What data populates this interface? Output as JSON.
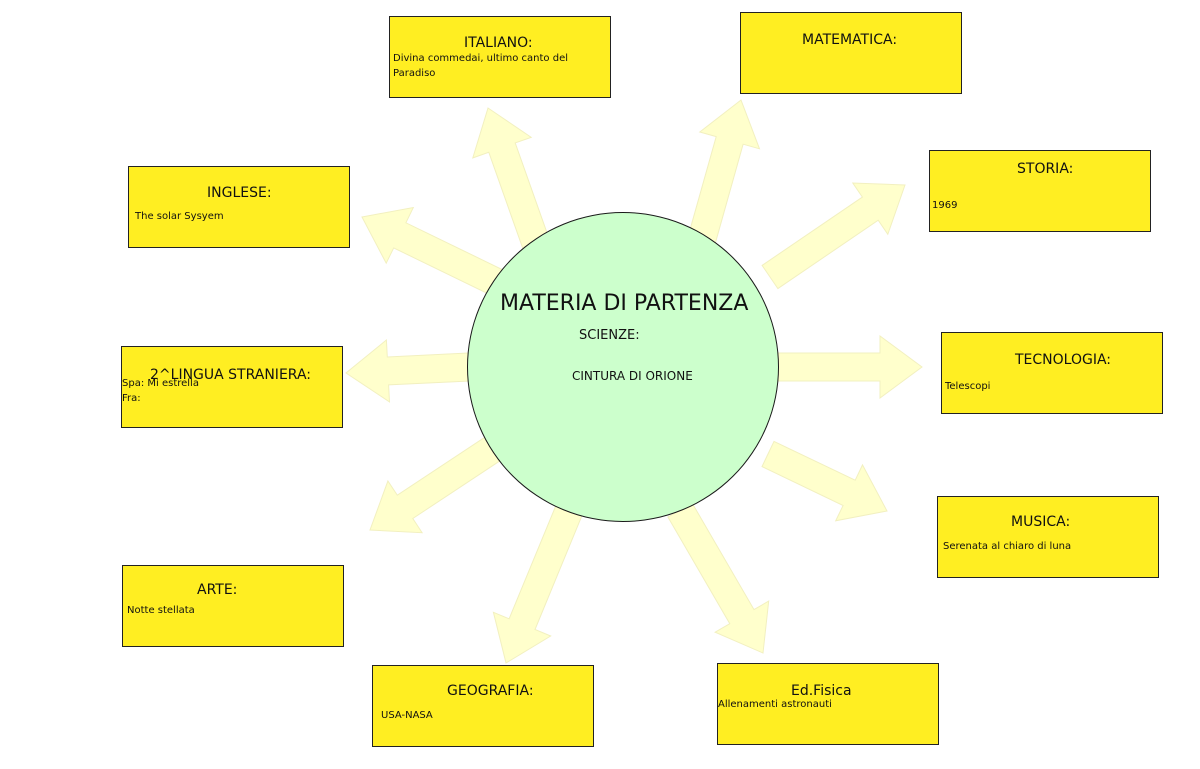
{
  "colors": {
    "box_fill": "#ffee22",
    "circle_fill": "#ccffcc",
    "arrow_fill": "#ffffcc",
    "arrow_stroke": "#f2f0c0"
  },
  "center": {
    "title": "MATERIA DI PARTENZA",
    "subject": "SCIENZE:",
    "topic": "CINTURA DI ORIONE"
  },
  "boxes": {
    "italiano": {
      "title": "ITALIANO:",
      "lines": [
        "Divina commedai, ultimo canto del",
        "Paradiso"
      ]
    },
    "matematica": {
      "title": "MATEMATICA:",
      "lines": []
    },
    "inglese": {
      "title": "INGLESE:",
      "lines": [
        "The solar Sysyem"
      ]
    },
    "storia": {
      "title": "STORIA:",
      "lines": [
        "1969"
      ]
    },
    "lingua": {
      "title": "2^LINGUA STRANIERA:",
      "lines": [
        "Spa: Mi estrella",
        "Fra:"
      ]
    },
    "tecnologia": {
      "title": "TECNOLOGIA:",
      "lines": [
        "Telescopi"
      ]
    },
    "musica": {
      "title": "MUSICA:",
      "lines": [
        "Serenata al chiaro di luna"
      ]
    },
    "arte": {
      "title": "ARTE:",
      "lines": [
        "Notte stellata"
      ]
    },
    "geografia": {
      "title": "GEOGRAFIA:",
      "lines": [
        "USA-NASA"
      ]
    },
    "edfisica": {
      "title": "Ed.Fisica",
      "lines": [
        "Allenamenti astronauti"
      ]
    }
  }
}
